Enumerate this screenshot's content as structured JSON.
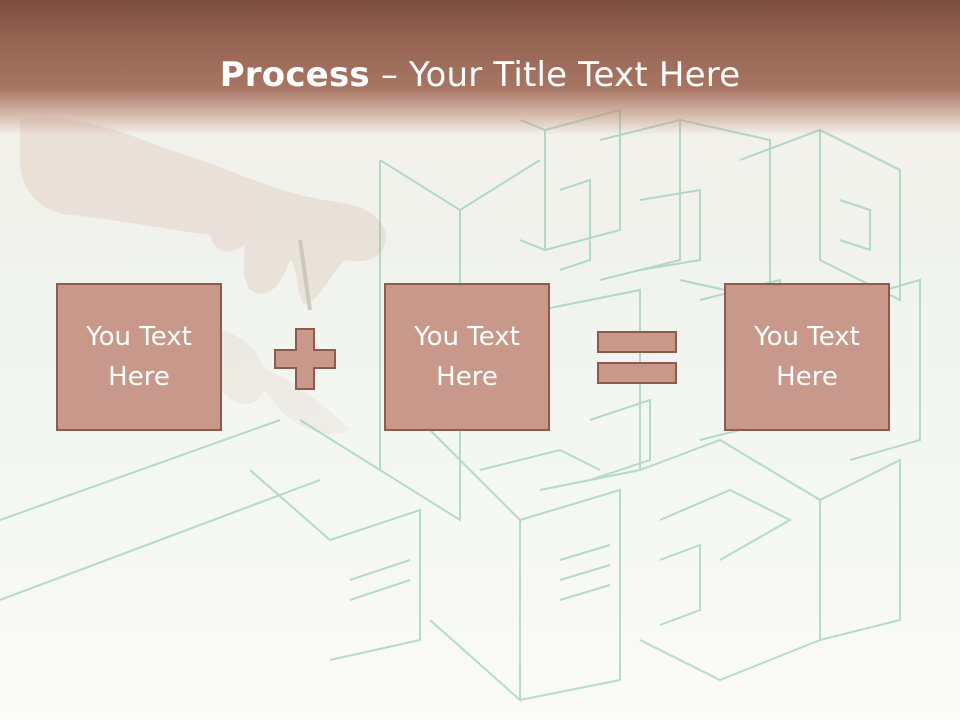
{
  "slide": {
    "title_bold": "Process",
    "title_rest": " – Your Title Text Here",
    "boxes": [
      {
        "text": "You Text\nHere"
      },
      {
        "text": "You Text\nHere"
      },
      {
        "text": "You Text\nHere"
      }
    ],
    "operators": [
      "plus-icon",
      "equals-icon"
    ],
    "colors": {
      "title_bar": "#9a6a58",
      "box_fill": "#c8988a",
      "box_border": "#8e5a4b",
      "sketch_lines": "#7fc3a8"
    }
  }
}
